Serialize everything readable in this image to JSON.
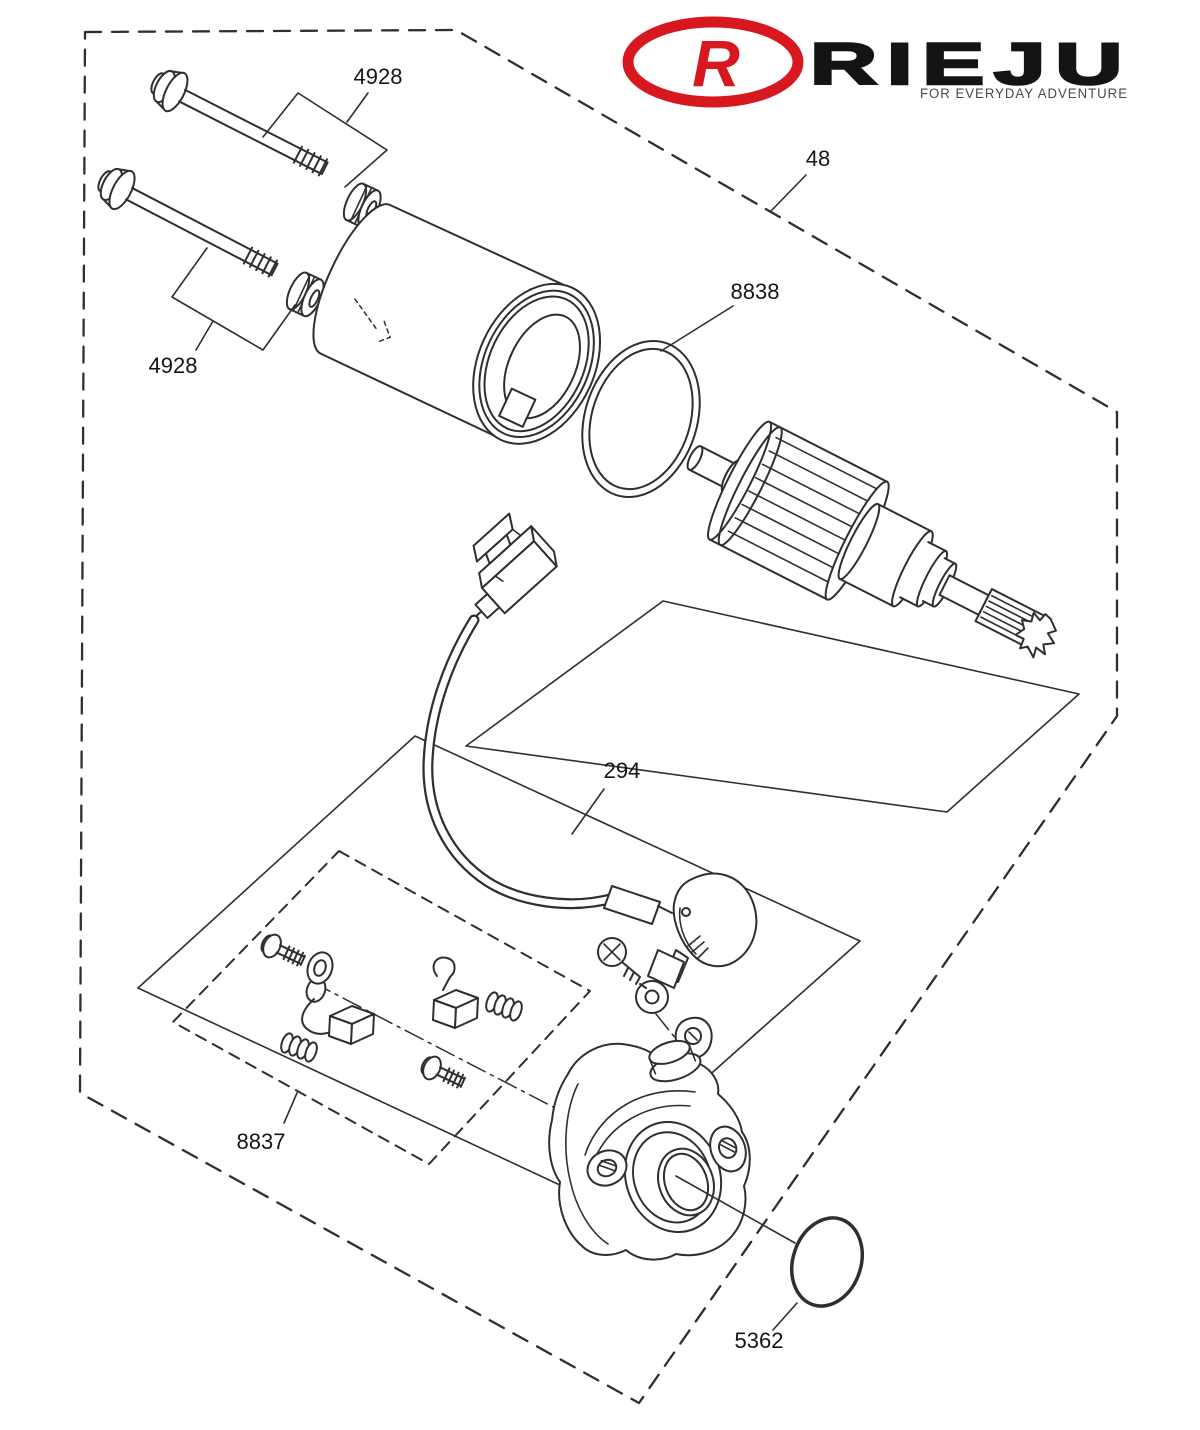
{
  "brand": {
    "logo_letter": "R",
    "name": "RIEJU",
    "tagline": "FOR EVERYDAY ADVENTURE",
    "logo_red": "#d8181f",
    "logotype_color": "#141414",
    "tagline_color": "#4a4a4a"
  },
  "diagram": {
    "type": "exploded-parts-diagram",
    "subject": "starter-motor-assembly",
    "background": "#ffffff",
    "line_color": "#2f2f2f",
    "part_labels": {
      "assembly": "48",
      "bolt_kit_top": "4928",
      "bolt_kit_bottom": "4928",
      "oring_large": "8838",
      "starter_cable": "294",
      "brush_kit": "8837",
      "oring_small": "5362"
    }
  }
}
